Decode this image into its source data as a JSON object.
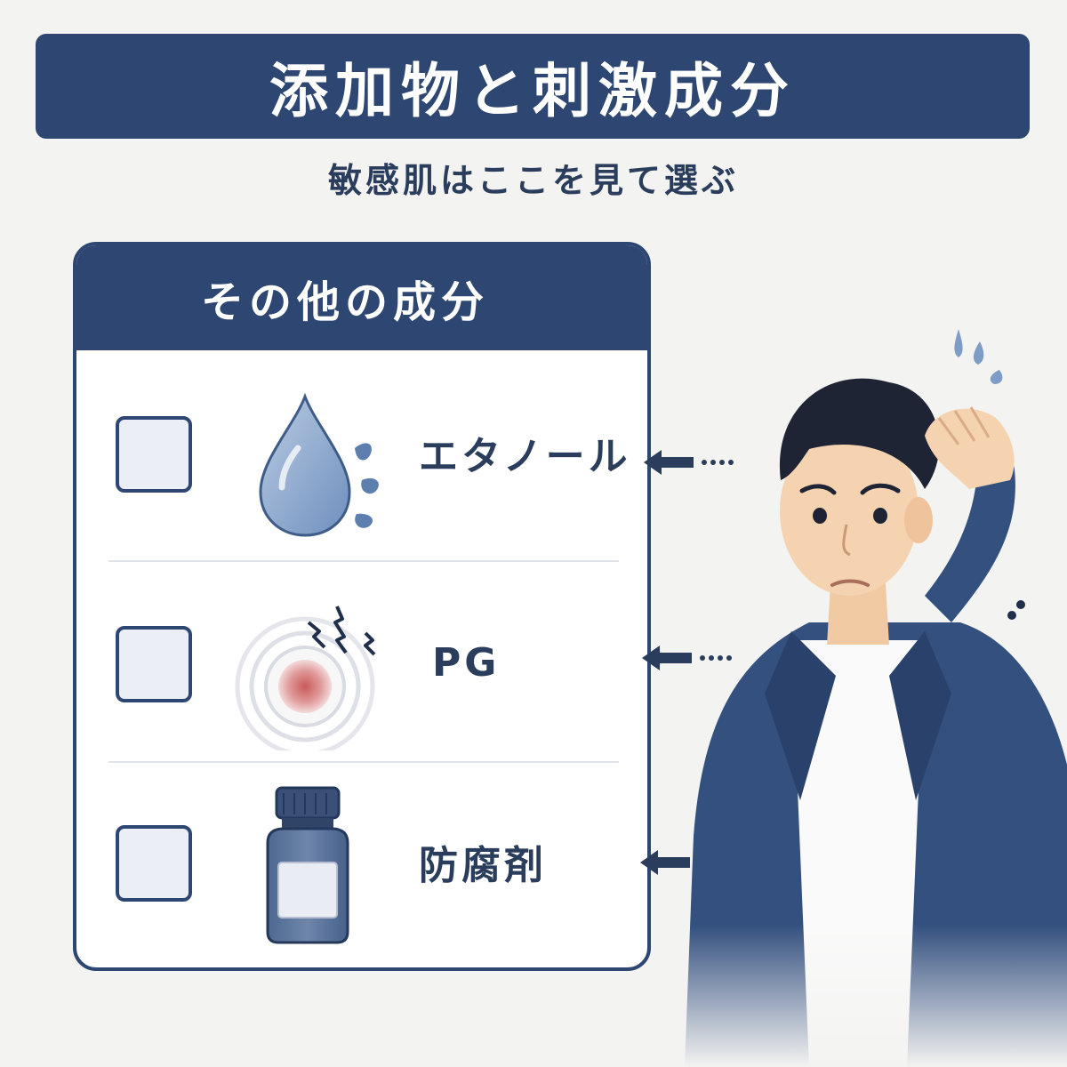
{
  "header": {
    "title": "添加物と刺激成分",
    "subtitle": "敏感肌はここを見て選ぶ"
  },
  "card": {
    "heading": "その他の成分",
    "items": [
      {
        "label": "エタノール",
        "icon": "water-drop-icon",
        "checked": false
      },
      {
        "label": "PG",
        "icon": "irritation-target-icon",
        "checked": false
      },
      {
        "label": "防腐剤",
        "icon": "medicine-bottle-icon",
        "checked": false
      }
    ]
  },
  "colors": {
    "navy": "#2d4772",
    "text": "#2b3d5c",
    "background": "#f3f3f1",
    "drop": "#8ea8cc",
    "irritation": "#c95a5a"
  }
}
